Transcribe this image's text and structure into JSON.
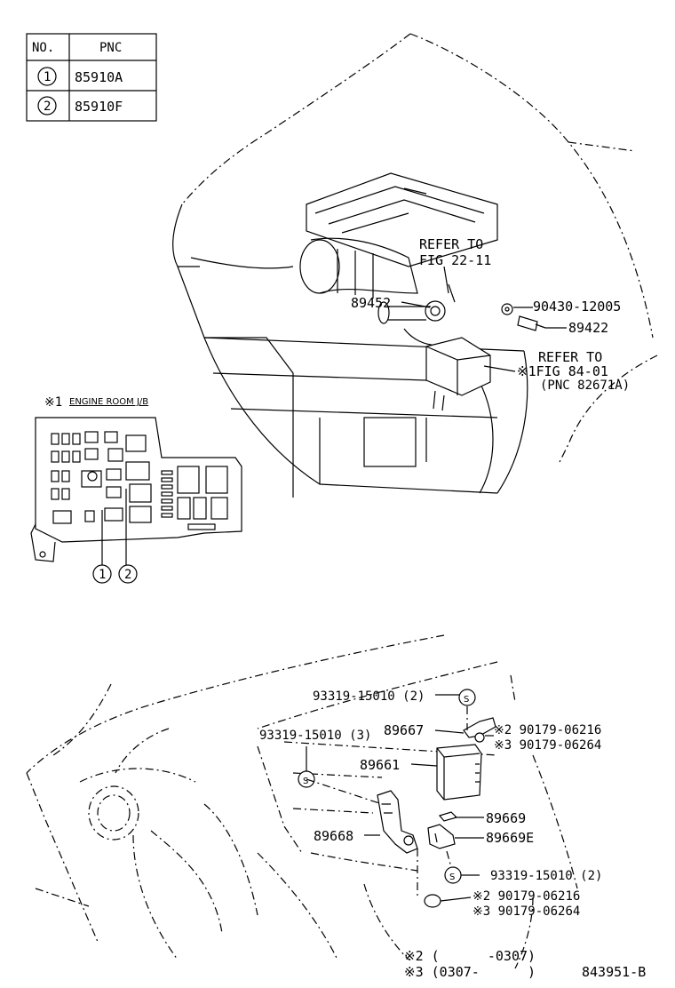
{
  "pnc_table": {
    "header_no": "NO.",
    "header_pnc": "PNC",
    "rows": [
      {
        "no": "1",
        "pnc": "85910A"
      },
      {
        "no": "2",
        "pnc": "85910F"
      }
    ]
  },
  "top_section": {
    "refer_fig_22_line1": "REFER TO",
    "refer_fig_22_line2": "FIG 22-11",
    "part_89452": "89452",
    "part_90430": "90430-12005",
    "part_89422": "89422",
    "refer_fig_84_line1": "REFER TO",
    "refer_fig_84_line2": "※1FIG 84-01",
    "refer_fig_84_line3": "(PNC 82671A)"
  },
  "junction_block": {
    "title": "※1",
    "subtitle": "ENGINE ROOM J/B",
    "callout_1": "1",
    "callout_2": "2"
  },
  "bottom_section": {
    "part_93319_2_top": "93319-15010 (2)",
    "part_93319_3": "93319-15010 (3)",
    "part_89667": "89667",
    "part_89661": "89661",
    "part_ref2_top": "※2 90179-06216",
    "part_ref3_top": "※3 90179-06264",
    "part_89669": "89669",
    "part_89668": "89668",
    "part_89669e": "89669E",
    "part_93319_2_bottom": "93319-15010 (2)",
    "part_ref2_bottom": "※2 90179-06216",
    "part_ref3_bottom": "※3 90179-06264"
  },
  "footnotes": {
    "note2": "※2 (      -0307)",
    "note3": "※3 (0307-      )",
    "drawing_id": "843951-B"
  }
}
